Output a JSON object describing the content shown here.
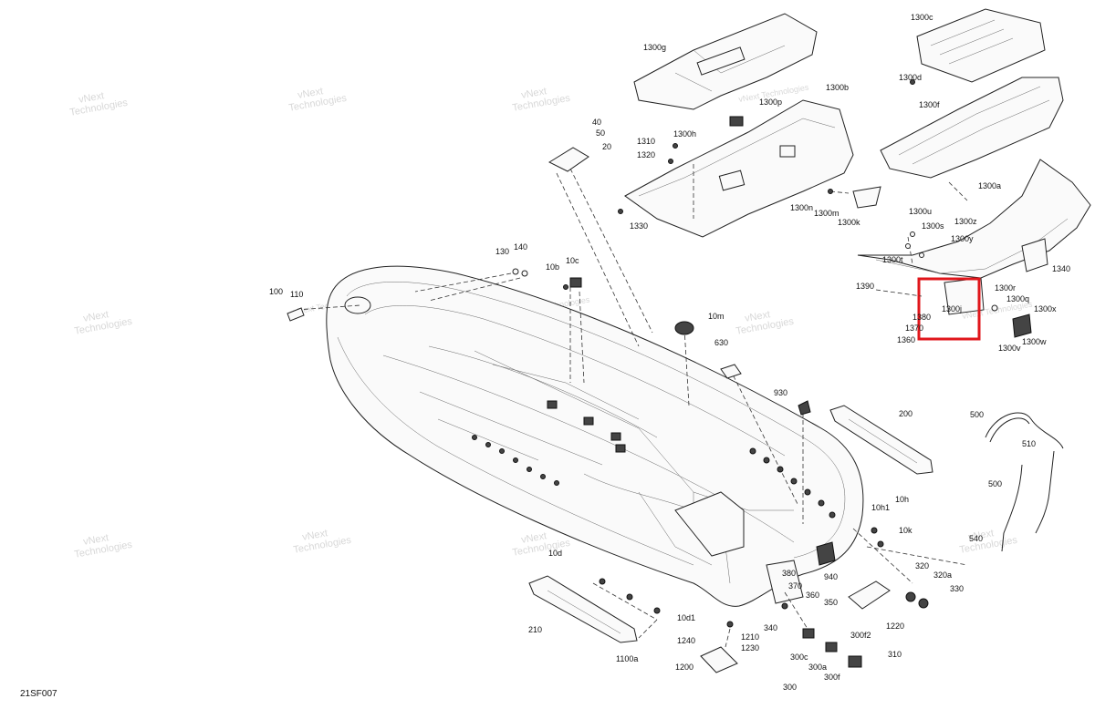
{
  "diagram_code": "21SF007",
  "highlight_color": "#e0161b",
  "watermark_line1": "vNext",
  "watermark_line2": "Technologies",
  "watermark_combined": "vNext Technologies",
  "labels": [
    "1300g",
    "1300c",
    "1300d",
    "1300p",
    "1300b",
    "1300f",
    "40",
    "50",
    "20",
    "1310",
    "1300h",
    "1320",
    "1330",
    "1300n",
    "1300m",
    "1300k",
    "1300a",
    "1300u",
    "1300s",
    "1300z",
    "1300y",
    "1300t",
    "1340",
    "1390",
    "1300r",
    "1300q",
    "1300j",
    "1380",
    "1300x",
    "1370",
    "1360",
    "1300w",
    "1300v",
    "130",
    "140",
    "10b",
    "10c",
    "100",
    "110",
    "10m",
    "630",
    "930",
    "200",
    "500",
    "510",
    "500",
    "10h1",
    "10h",
    "10k",
    "540",
    "10d",
    "210",
    "1100a",
    "380",
    "370",
    "940",
    "360",
    "350",
    "1220",
    "320",
    "320a",
    "330",
    "10d1",
    "1240",
    "1210",
    "1230",
    "1200",
    "340",
    "300f2",
    "300c",
    "300a",
    "300f",
    "310",
    "300"
  ]
}
